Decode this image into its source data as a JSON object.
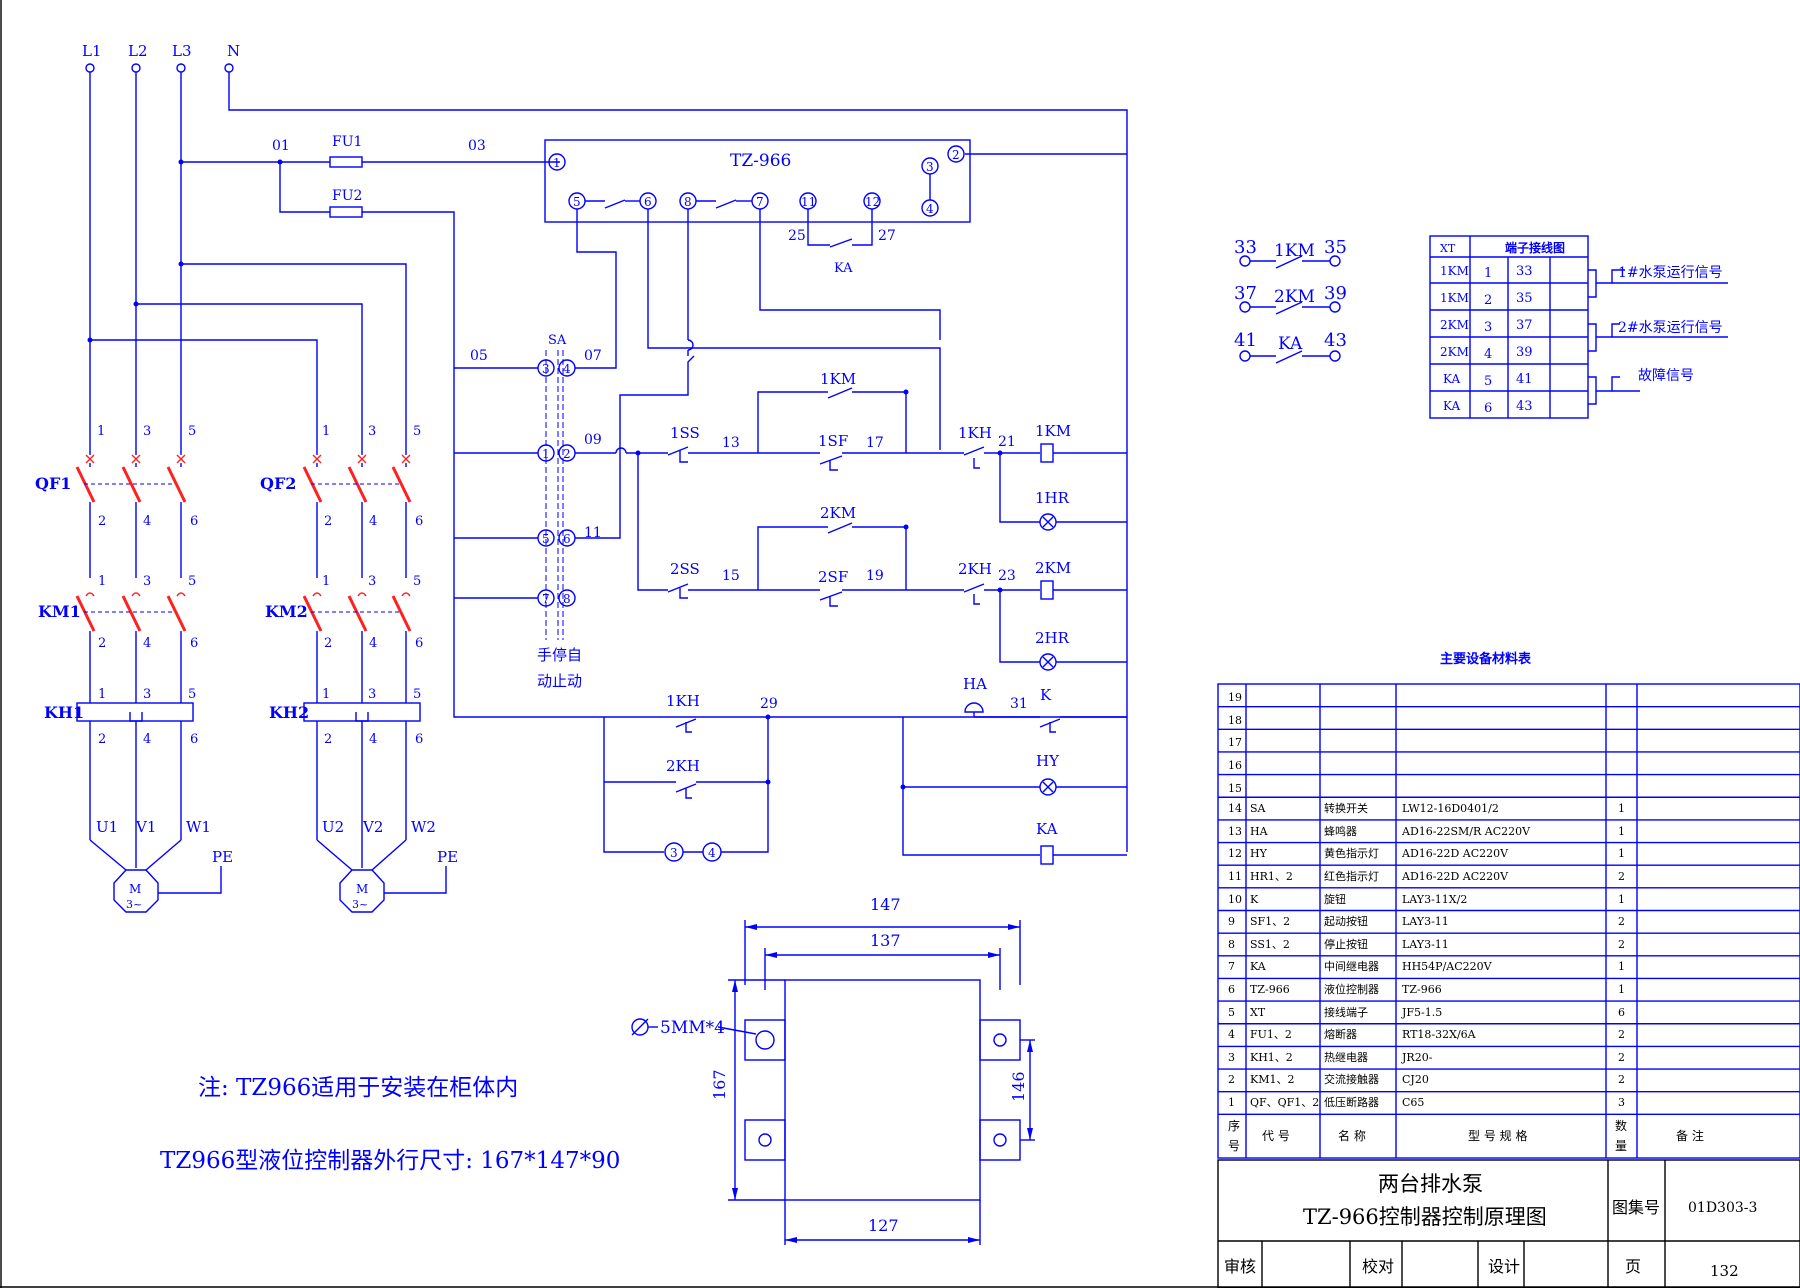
{
  "supply": {
    "l1": "L1",
    "l2": "L2",
    "l3": "L3",
    "n": "N"
  },
  "fuses": {
    "fu1": "FU1",
    "fu2": "FU2"
  },
  "wires": {
    "w01": "01",
    "w03": "03",
    "w05": "05",
    "w07": "07",
    "w09": "09",
    "w11": "11",
    "w13": "13",
    "w15": "15",
    "w17": "17",
    "w19": "19",
    "w21": "21",
    "w23": "23",
    "w25": "25",
    "w27": "27",
    "w29": "29",
    "w31": "31"
  },
  "controller": {
    "title": "TZ-966",
    "t1": "1",
    "t2": "2",
    "t3": "3",
    "t4": "4",
    "t5": "5",
    "t6": "6",
    "t7": "7",
    "t8": "8",
    "t11": "11",
    "t12": "12",
    "ka": "KA"
  },
  "sa": {
    "label": "SA",
    "t1": "1",
    "t2": "2",
    "t3": "3",
    "t4": "4",
    "t5": "5",
    "t6": "6",
    "t7": "7",
    "t8": "8",
    "mode_line1": "手停自",
    "mode_line2": "动止动"
  },
  "power": {
    "qf1": "QF1",
    "qf2": "QF2",
    "km1": "KM1",
    "km2": "KM2",
    "kh1": "KH1",
    "kh2": "KH2",
    "n1": "1",
    "n2": "2",
    "n3": "3",
    "n4": "4",
    "n5": "5",
    "n6": "6",
    "u1": "U1",
    "v1": "V1",
    "w1": "W1",
    "u2": "U2",
    "v2": "V2",
    "w2": "W2",
    "pe": "PE",
    "motor": "M",
    "motor_phase": "3~"
  },
  "control": {
    "ss1": "1SS",
    "sf1": "1SF",
    "km1": "1KM",
    "kh1": "1KH",
    "hr1": "1HR",
    "ss2": "2SS",
    "sf2": "2SF",
    "km2": "2KM",
    "kh2": "2KH",
    "hr2": "2HR",
    "ha": "HA",
    "k": "K",
    "hy": "HY",
    "ka": "KA",
    "t3": "3",
    "t4": "4"
  },
  "aux_contacts": [
    {
      "left": "33",
      "name": "1KM",
      "right": "35"
    },
    {
      "left": "37",
      "name": "2KM",
      "right": "39"
    },
    {
      "left": "41",
      "name": "KA",
      "right": "43"
    }
  ],
  "terminal_table": {
    "header_xt": "XT",
    "title": "端子接线图",
    "rows": [
      {
        "dev": "1KM",
        "no": "1",
        "wire": "33"
      },
      {
        "dev": "1KM",
        "no": "2",
        "wire": "35"
      },
      {
        "dev": "2KM",
        "no": "3",
        "wire": "37"
      },
      {
        "dev": "2KM",
        "no": "4",
        "wire": "39"
      },
      {
        "dev": "KA",
        "no": "5",
        "wire": "41"
      },
      {
        "dev": "KA",
        "no": "6",
        "wire": "43"
      }
    ],
    "signals": [
      "1#水泵运行信号",
      "2#水泵运行信号",
      "故障信号"
    ]
  },
  "dimensions": {
    "d147": "147",
    "d137": "137",
    "d127": "127",
    "d167": "167",
    "d146": "146",
    "hole": "5MM*4"
  },
  "notes": {
    "note1": "注: TZ966适用于安装在柜体内",
    "note2": "TZ966型液位控制器外行尺寸: 167*147*90"
  },
  "bom": {
    "title": "主要设备材料表",
    "empty_rows": [
      "19",
      "18",
      "17",
      "16",
      "15"
    ],
    "rows": [
      {
        "no": "14",
        "code": "SA",
        "name": "转换开关",
        "model": "LW12-16D0401/2",
        "qty": "1"
      },
      {
        "no": "13",
        "code": "HA",
        "name": "蜂鸣器",
        "model": "AD16-22SM/R AC220V",
        "qty": "1"
      },
      {
        "no": "12",
        "code": "HY",
        "name": "黄色指示灯",
        "model": "AD16-22D AC220V",
        "qty": "1"
      },
      {
        "no": "11",
        "code": "HR1、2",
        "name": "红色指示灯",
        "model": "AD16-22D AC220V",
        "qty": "2"
      },
      {
        "no": "10",
        "code": "K",
        "name": "旋钮",
        "model": "LAY3-11X/2",
        "qty": "1"
      },
      {
        "no": "9",
        "code": "SF1、2",
        "name": "起动按钮",
        "model": "LAY3-11",
        "qty": "2"
      },
      {
        "no": "8",
        "code": "SS1、2",
        "name": "停止按钮",
        "model": "LAY3-11",
        "qty": "2"
      },
      {
        "no": "7",
        "code": "KA",
        "name": "中间继电器",
        "model": "HH54P/AC220V",
        "qty": "1"
      },
      {
        "no": "6",
        "code": "TZ-966",
        "name": "液位控制器",
        "model": "TZ-966",
        "qty": "1"
      },
      {
        "no": "5",
        "code": "XT",
        "name": "接线端子",
        "model": "JF5-1.5",
        "qty": "6"
      },
      {
        "no": "4",
        "code": "FU1、2",
        "name": "熔断器",
        "model": "RT18-32X/6A",
        "qty": "2"
      },
      {
        "no": "3",
        "code": "KH1、2",
        "name": "热继电器",
        "model": "JR20-",
        "qty": "2"
      },
      {
        "no": "2",
        "code": "KM1、2",
        "name": "交流接触器",
        "model": "CJ20",
        "qty": "2"
      },
      {
        "no": "1",
        "code": "QF、QF1、2",
        "name": "低压断路器",
        "model": "C65",
        "qty": "3"
      }
    ],
    "header_no_1": "序",
    "header_no_2": "号",
    "header_code": "代 号",
    "header_name": "名 称",
    "header_model": "型 号 规 格",
    "header_qty_1": "数",
    "header_qty_2": "量",
    "header_remark": "备  注"
  },
  "title_block": {
    "title_line1": "两台排水泵",
    "title_line2": "TZ-966控制器控制原理图",
    "atlas_label": "图集号",
    "atlas_no": "01D303-3",
    "review": "审核",
    "proof": "校对",
    "design": "设计",
    "page_label": "页",
    "page_no": "132"
  },
  "colors": {
    "line": "#0000ff",
    "breaker": "#ff2020",
    "frame": "#000000",
    "background": "#ffffff"
  }
}
